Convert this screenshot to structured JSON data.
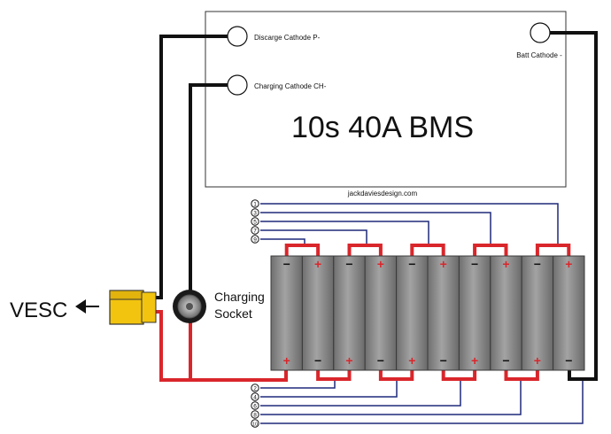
{
  "bms": {
    "title": "10s 40A BMS",
    "website": "jackdaviesdesign.com",
    "terminals": {
      "discharge": "Discarge Cathode P-",
      "charging": "Charging Cathode CH-",
      "battery": "Batt Cathode -"
    }
  },
  "vesc_label": "VESC",
  "socket_label": [
    "Charging",
    "Socket"
  ],
  "battery": {
    "cell_count": 10,
    "polarity_top": [
      "−",
      "+",
      "−",
      "+",
      "−",
      "+",
      "−",
      "+",
      "−",
      "+"
    ],
    "polarity_bottom": [
      "+",
      "−",
      "+",
      "−",
      "+",
      "−",
      "+",
      "−",
      "+",
      "−"
    ]
  },
  "balance_top": [
    "1",
    "3",
    "5",
    "7",
    "9"
  ],
  "balance_bottom": [
    "2",
    "4",
    "6",
    "8",
    "10"
  ],
  "colors": {
    "wire_black": "#111111",
    "wire_red": "#d9262b",
    "balance_wire": "#1f2a7a",
    "cell_fill": "#8a8a8a",
    "cell_stroke": "#3a3a3a",
    "connector": "#f2c40f",
    "plus_sign": "#d9262b"
  }
}
